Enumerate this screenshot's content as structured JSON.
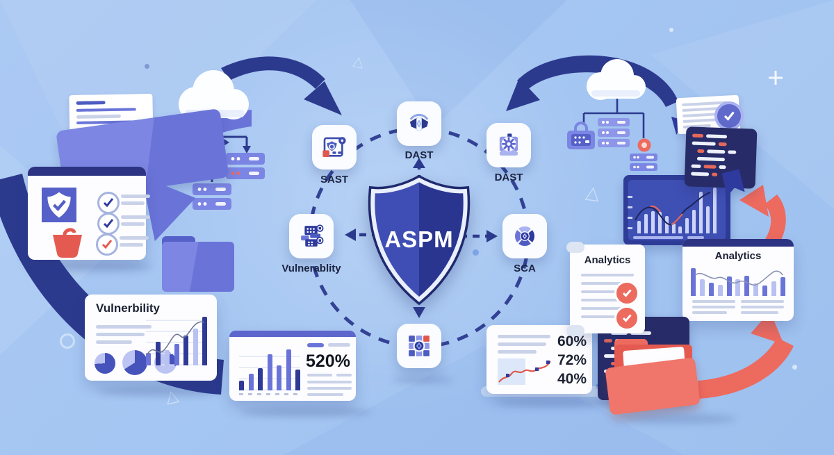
{
  "center": {
    "shield_label": "ASPM",
    "nodes": {
      "top": {
        "label": "DAST"
      },
      "upper_left": {
        "label": "SAST"
      },
      "left": {
        "label": "Vulnerablity"
      },
      "upper_right": {
        "label": "DAST"
      },
      "right": {
        "label": "SCA"
      }
    }
  },
  "left_region": {
    "vulnerability_card": {
      "title": "Vulnerbility",
      "bars": [
        {
          "h": 24,
          "c": "p"
        },
        {
          "h": 46,
          "c": "n"
        },
        {
          "h": 30,
          "c": "l"
        },
        {
          "h": 42,
          "c": "p"
        },
        {
          "h": 58,
          "c": "n"
        },
        {
          "h": 72,
          "c": "l"
        },
        {
          "h": 95,
          "c": "n"
        }
      ],
      "pies": [
        74,
        66,
        30
      ]
    }
  },
  "bottom_region": {
    "growth_card": {
      "value": "520%",
      "bars": [
        {
          "h": 22,
          "c": "n"
        },
        {
          "h": 38,
          "c": "p"
        },
        {
          "h": 52,
          "c": "n"
        },
        {
          "h": 84,
          "c": "p"
        },
        {
          "h": 58,
          "c": "p"
        },
        {
          "h": 95,
          "c": "p"
        },
        {
          "h": 48,
          "c": "n"
        }
      ]
    }
  },
  "right_region": {
    "dark_chart_panel": {
      "bars": [
        {
          "h": 26,
          "c": "w"
        },
        {
          "h": 40,
          "c": "w"
        },
        {
          "h": 46,
          "c": "w"
        },
        {
          "h": 44,
          "c": "w"
        },
        {
          "h": 36,
          "c": "w"
        },
        {
          "h": 22,
          "c": "w"
        },
        {
          "h": 14,
          "c": "w"
        },
        {
          "h": 32,
          "c": "w"
        },
        {
          "h": 48,
          "c": "w"
        },
        {
          "h": 86,
          "c": "w"
        },
        {
          "h": 56,
          "c": "w"
        },
        {
          "h": 94,
          "c": "w"
        }
      ]
    },
    "analytics_scroll": {
      "title": "Analytics"
    },
    "analytics_card": {
      "title": "Analytics",
      "bars": [
        {
          "h": 88,
          "c": "p"
        },
        {
          "h": 52,
          "c": "l"
        },
        {
          "h": 42,
          "c": "p"
        },
        {
          "h": 34,
          "c": "l"
        },
        {
          "h": 60,
          "c": "p"
        },
        {
          "h": 52,
          "c": "l"
        },
        {
          "h": 64,
          "c": "p"
        },
        {
          "h": 40,
          "c": "l"
        },
        {
          "h": 32,
          "c": "p"
        },
        {
          "h": 46,
          "c": "l"
        },
        {
          "h": 58,
          "c": "p"
        }
      ]
    },
    "metrics_card": {
      "values": [
        "60%",
        "72%",
        "40%"
      ]
    }
  },
  "colors": {
    "background": "#a5c6f2",
    "navy": "#2c3a8e",
    "periwinkle": "#6a74d8",
    "coral": "#ed6a5f"
  }
}
